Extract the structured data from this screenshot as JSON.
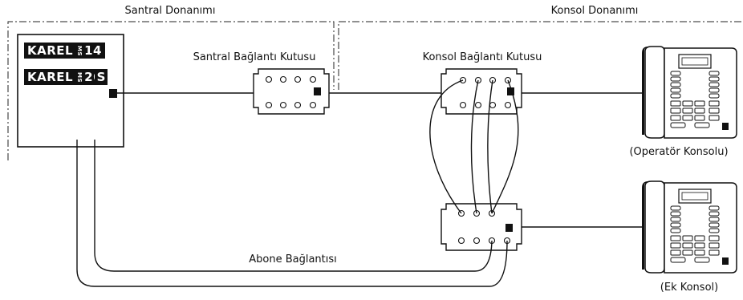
{
  "sections": {
    "pbx_hardware": "Santral Donanımı",
    "console_hardware": "Konsol Donanımı"
  },
  "pbx_unit": {
    "brand_1": "KAREL",
    "model_1_prefix": "MS",
    "model_1_number": "14",
    "brand_2": "KAREL",
    "model_2_prefix": "MS",
    "model_2_number": "26",
    "model_2_suffix": "S"
  },
  "boxes": {
    "pbx_junction": "Santral Bağlantı Kutusu",
    "console_junction": "Konsol Bağlantı Kutusu"
  },
  "links": {
    "subscriber": "Abone Bağlantısı"
  },
  "phones": {
    "operator": "(Operatör Konsolu)",
    "extra": "(Ek Konsol)"
  }
}
